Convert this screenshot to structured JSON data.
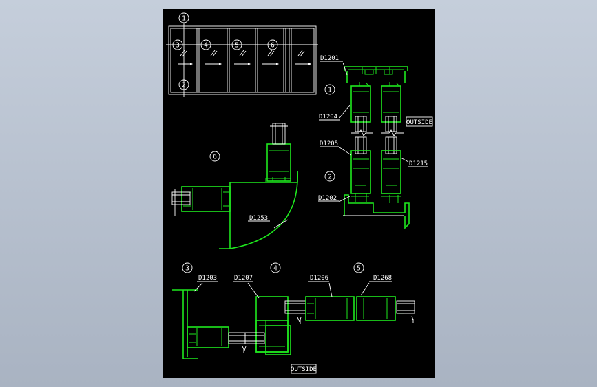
{
  "drawing": {
    "callouts": {
      "c1_top": "1",
      "c2_top": "2",
      "c3": "3",
      "c4": "4",
      "c5": "5",
      "c6": "6",
      "c1_right": "1",
      "c2_right": "2",
      "c6_corner": "6",
      "c3_bottom": "3",
      "c4_bottom": "4",
      "c5_bottom": "5"
    },
    "part_labels": {
      "d1201": "D1201",
      "d1204": "D1204",
      "d1205": "D1205",
      "d1215": "D1215",
      "d1202": "D1202",
      "d1253": "D1253",
      "d1203": "D1203",
      "d1207": "D1207",
      "d1206": "D1206",
      "d1268": "D1268"
    },
    "outside_labels": {
      "right": "OUTSIDE",
      "bottom": "OUTSIDE"
    },
    "colors": {
      "background": "#a9b3c2",
      "sheet": "#000000",
      "profile_line": "#1ee81e",
      "annotation": "#ffffff"
    }
  }
}
